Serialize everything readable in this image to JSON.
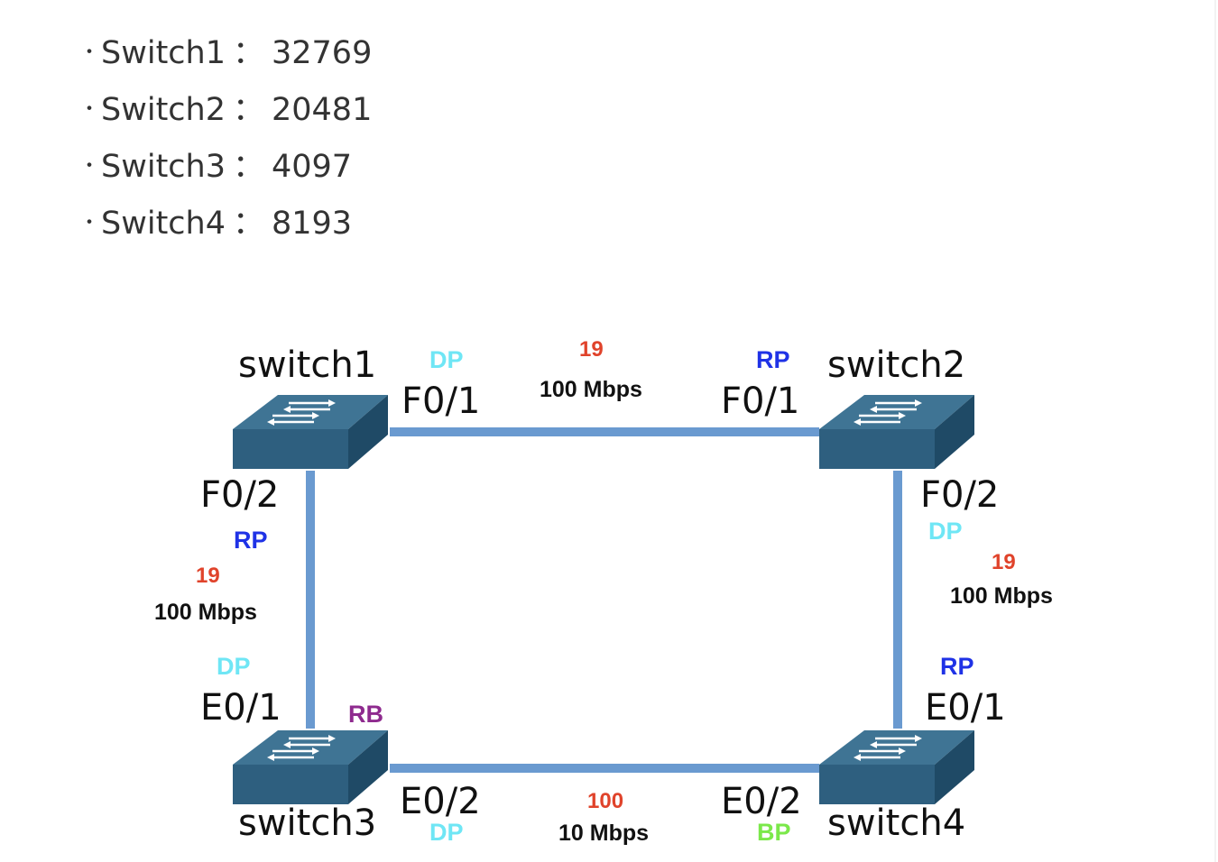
{
  "priorities": [
    {
      "name": "Switch1",
      "sep": "：",
      "value": "32769"
    },
    {
      "name": "Switch2",
      "sep": "：",
      "value": "20481"
    },
    {
      "name": "Switch3",
      "sep": "：",
      "value": "4097"
    },
    {
      "name": "Switch4",
      "sep": "：",
      "value": "8193"
    }
  ],
  "bullet": "・",
  "switches": {
    "s1": "switch1",
    "s2": "switch2",
    "s3": "switch3",
    "s4": "switch4"
  },
  "links": {
    "top": {
      "cost": "19",
      "speed": "100 Mbps",
      "left_port": "F0/1",
      "left_role": "DP",
      "right_port": "F0/1",
      "right_role": "RP"
    },
    "left": {
      "cost": "19",
      "speed": "100 Mbps",
      "top_port": "F0/2",
      "top_role": "RP",
      "bottom_port": "E0/1",
      "bottom_role": "DP"
    },
    "right": {
      "cost": "19",
      "speed": "100 Mbps",
      "top_port": "F0/2",
      "top_role": "DP",
      "bottom_port": "E0/1",
      "bottom_role": "RP"
    },
    "bottom": {
      "cost": "100",
      "speed": "10 Mbps",
      "left_port": "E0/2",
      "left_role": "DP",
      "right_port": "E0/2",
      "right_role": "BP"
    }
  },
  "root_bridge_label": "RB",
  "colors": {
    "DP": "#6fe6f5",
    "RP": "#1f32e6",
    "BP": "#7be84a",
    "RB": "#8e2a8e",
    "cost": "#e0432b",
    "link": "#6a9ad0",
    "switch_front": "#2e5f7f",
    "switch_top": "#3f7494",
    "switch_side": "#1f4a66"
  }
}
